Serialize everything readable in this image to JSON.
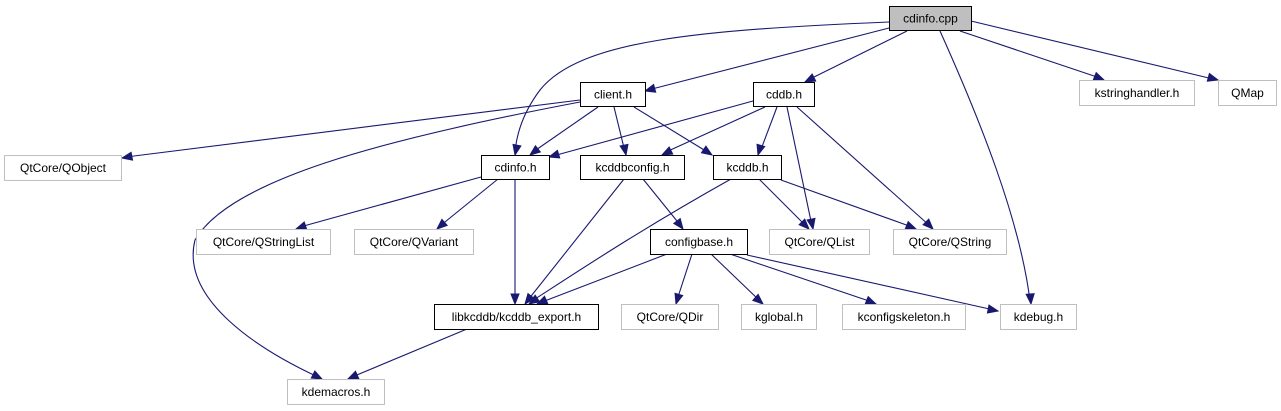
{
  "title": "cdinfo.cpp include dependency graph",
  "colors": {
    "edge": "#191970",
    "root_fill": "#bfbfbf",
    "documented_border": "#000000",
    "external_border": "#bfbfbf",
    "background": "#ffffff"
  },
  "nodes": [
    {
      "id": "cdinfo_cpp",
      "label": "cdinfo.cpp",
      "kind": "root"
    },
    {
      "id": "client_h",
      "label": "client.h",
      "kind": "local"
    },
    {
      "id": "cddb_h",
      "label": "cddb.h",
      "kind": "local"
    },
    {
      "id": "kstringhandler_h",
      "label": "kstringhandler.h",
      "kind": "external"
    },
    {
      "id": "qmap",
      "label": "QMap",
      "kind": "external"
    },
    {
      "id": "qobject",
      "label": "QtCore/QObject",
      "kind": "external"
    },
    {
      "id": "cdinfo_h",
      "label": "cdinfo.h",
      "kind": "local"
    },
    {
      "id": "kcddbconfig_h",
      "label": "kcddbconfig.h",
      "kind": "local"
    },
    {
      "id": "kcddb_h",
      "label": "kcddb.h",
      "kind": "local"
    },
    {
      "id": "qstringlist",
      "label": "QtCore/QStringList",
      "kind": "external"
    },
    {
      "id": "qvariant",
      "label": "QtCore/QVariant",
      "kind": "external"
    },
    {
      "id": "configbase_h",
      "label": "configbase.h",
      "kind": "local"
    },
    {
      "id": "qlist",
      "label": "QtCore/QList",
      "kind": "external"
    },
    {
      "id": "qstring",
      "label": "QtCore/QString",
      "kind": "external"
    },
    {
      "id": "kcddb_export_h",
      "label": "libkcddb/kcddb_export.h",
      "kind": "local"
    },
    {
      "id": "qdir",
      "label": "QtCore/QDir",
      "kind": "external"
    },
    {
      "id": "kglobal_h",
      "label": "kglobal.h",
      "kind": "external"
    },
    {
      "id": "kconfigskeleton_h",
      "label": "kconfigskeleton.h",
      "kind": "external"
    },
    {
      "id": "kdebug_h",
      "label": "kdebug.h",
      "kind": "external"
    },
    {
      "id": "kdemacros_h",
      "label": "kdemacros.h",
      "kind": "external"
    }
  ],
  "edges": [
    {
      "from": "cdinfo_cpp",
      "to": "cdinfo_h"
    },
    {
      "from": "cdinfo_cpp",
      "to": "client_h"
    },
    {
      "from": "cdinfo_cpp",
      "to": "cddb_h"
    },
    {
      "from": "cdinfo_cpp",
      "to": "kdebug_h"
    },
    {
      "from": "cdinfo_cpp",
      "to": "kstringhandler_h"
    },
    {
      "from": "cdinfo_cpp",
      "to": "qmap"
    },
    {
      "from": "client_h",
      "to": "qobject"
    },
    {
      "from": "client_h",
      "to": "kdemacros_h"
    },
    {
      "from": "client_h",
      "to": "cdinfo_h"
    },
    {
      "from": "client_h",
      "to": "kcddbconfig_h"
    },
    {
      "from": "client_h",
      "to": "kcddb_h"
    },
    {
      "from": "cddb_h",
      "to": "cdinfo_h"
    },
    {
      "from": "cddb_h",
      "to": "kcddbconfig_h"
    },
    {
      "from": "cddb_h",
      "to": "kcddb_h"
    },
    {
      "from": "cddb_h",
      "to": "qlist"
    },
    {
      "from": "cddb_h",
      "to": "qstring"
    },
    {
      "from": "cdinfo_h",
      "to": "qstringlist"
    },
    {
      "from": "cdinfo_h",
      "to": "qvariant"
    },
    {
      "from": "cdinfo_h",
      "to": "kcddb_export_h"
    },
    {
      "from": "kcddbconfig_h",
      "to": "kcddb_export_h"
    },
    {
      "from": "kcddbconfig_h",
      "to": "configbase_h"
    },
    {
      "from": "kcddb_h",
      "to": "kcddb_export_h"
    },
    {
      "from": "kcddb_h",
      "to": "qlist"
    },
    {
      "from": "kcddb_h",
      "to": "qstring"
    },
    {
      "from": "configbase_h",
      "to": "kcddb_export_h"
    },
    {
      "from": "configbase_h",
      "to": "qdir"
    },
    {
      "from": "configbase_h",
      "to": "kglobal_h"
    },
    {
      "from": "configbase_h",
      "to": "kconfigskeleton_h"
    },
    {
      "from": "configbase_h",
      "to": "kdebug_h"
    },
    {
      "from": "kcddb_export_h",
      "to": "kdemacros_h"
    }
  ]
}
